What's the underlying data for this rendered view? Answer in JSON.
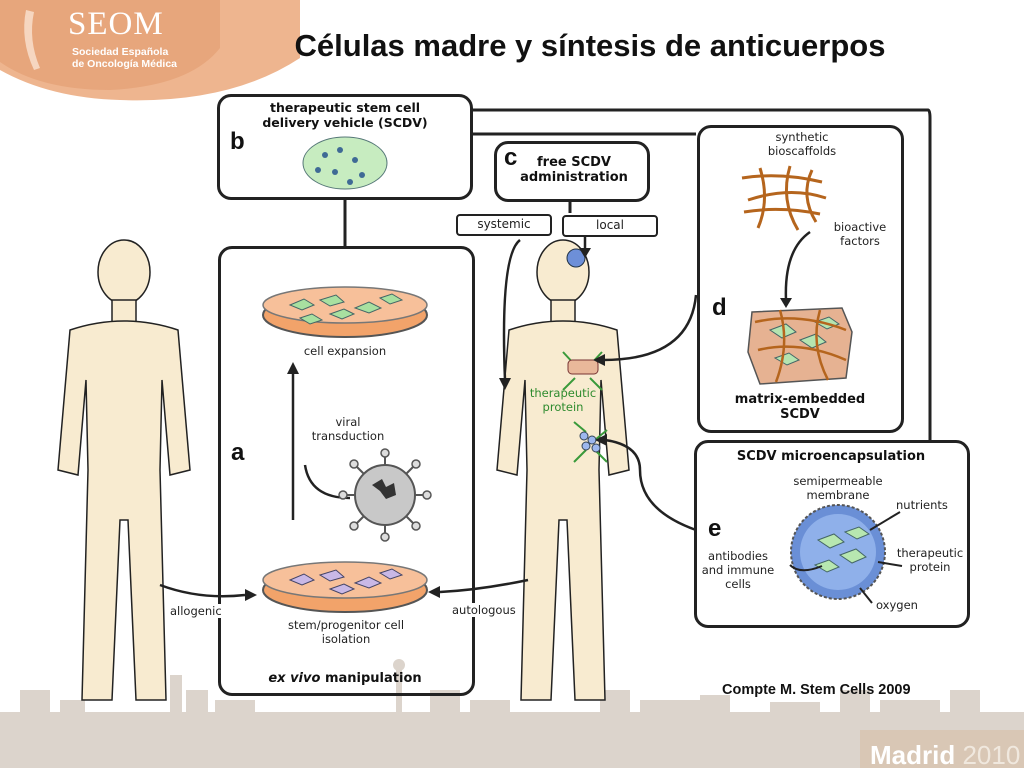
{
  "logo": {
    "name": "SEOM",
    "subtitle_line1": "Sociedad Española",
    "subtitle_line2": "de Oncología Médica"
  },
  "title": "Células madre y síntesis de anticuerpos",
  "panels": {
    "b": {
      "letter": "b",
      "title_line1": "therapeutic stem cell",
      "title_line2": "delivery vehicle (SCDV)"
    },
    "c": {
      "letter": "c",
      "title_line1": "free SCDV",
      "title_line2": "administration",
      "routes": [
        "systemic",
        "local"
      ]
    },
    "d": {
      "letter": "d",
      "label1_line1": "synthetic",
      "label1_line2": "bioscaffolds",
      "label2_line1": "bioactive",
      "label2_line2": "factors",
      "result_line1": "matrix-embedded",
      "result_line2": "SCDV"
    },
    "a": {
      "letter": "a",
      "cell_expansion": "cell expansion",
      "viral_line1": "viral",
      "viral_line2": "transduction",
      "isolation_line1": "stem/progenitor cell",
      "isolation_line2": "isolation",
      "footer_em": "ex vivo",
      "footer_rest": " manipulation"
    },
    "e": {
      "letter": "e",
      "title": "SCDV microencapsulation",
      "membrane_line1": "semipermeable",
      "membrane_line2": "membrane",
      "nutrients": "nutrients",
      "antibodies_line1": "antibodies",
      "antibodies_line2": "and immune",
      "antibodies_line3": "cells",
      "protein_line1": "therapeutic",
      "protein_line2": "protein",
      "oxygen": "oxygen"
    }
  },
  "figure_labels": {
    "allogenic": "allogenic",
    "autologous": "autologous",
    "therapeutic_line1": "therapeutic",
    "therapeutic_line2": "protein"
  },
  "citation": "Compte M. Stem Cells 2009",
  "footer": {
    "city": "Madrid",
    "year": "2010"
  },
  "colors": {
    "brand": "#e2a77f",
    "skyline": "#d9d1c9",
    "dish": "#f4a46a",
    "cell": "#a8e0a0",
    "capsule": "#6a8fd6",
    "scaffold": "#b5651d"
  }
}
